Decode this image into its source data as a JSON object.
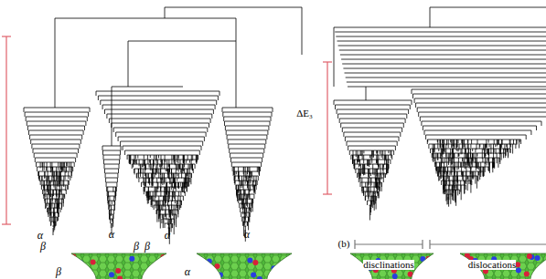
{
  "diagram": {
    "labels": [
      "α",
      "α",
      "α",
      "α",
      "β",
      "β",
      "β",
      "ΔE₃",
      "(b)",
      "disclinations",
      "dislocations",
      "β",
      "α"
    ]
  }
}
